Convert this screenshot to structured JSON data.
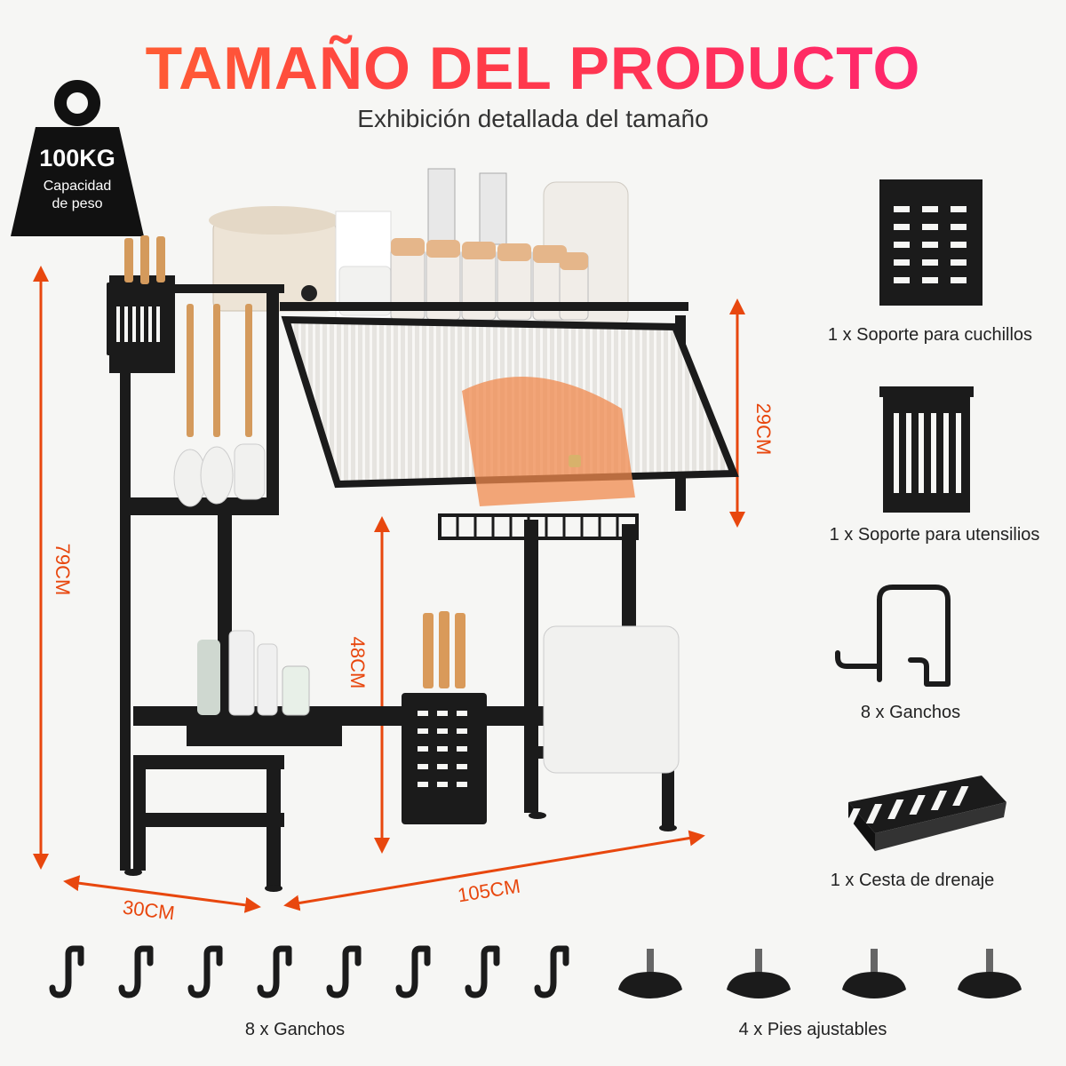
{
  "header": {
    "title": "TAMAÑO DEL PRODUCTO",
    "subtitle": "Exhibición detallada del tamaño"
  },
  "weight_badge": {
    "value": "100KG",
    "label_line1": "Capacidad",
    "label_line2": "de peso"
  },
  "dimensions": {
    "total_height": "79CM",
    "cabinet_height": "29CM",
    "lower_height": "48CM",
    "depth": "30CM",
    "width": "105CM"
  },
  "accessories": [
    {
      "label": "1 x Soporte para cuchillos",
      "icon": "knife-holder-icon"
    },
    {
      "label": "1 x Soporte para utensilios",
      "icon": "utensil-holder-icon"
    },
    {
      "label": "8 x Ganchos",
      "icon": "hook-icon"
    },
    {
      "label": "1 x Cesta de drenaje",
      "icon": "drain-basket-icon"
    }
  ],
  "bottom": {
    "hooks_label": "8 x Ganchos",
    "feet_label": "4 x Pies ajustables"
  },
  "colors": {
    "accent": "#e8470e",
    "rack": "#1b1b1b"
  }
}
